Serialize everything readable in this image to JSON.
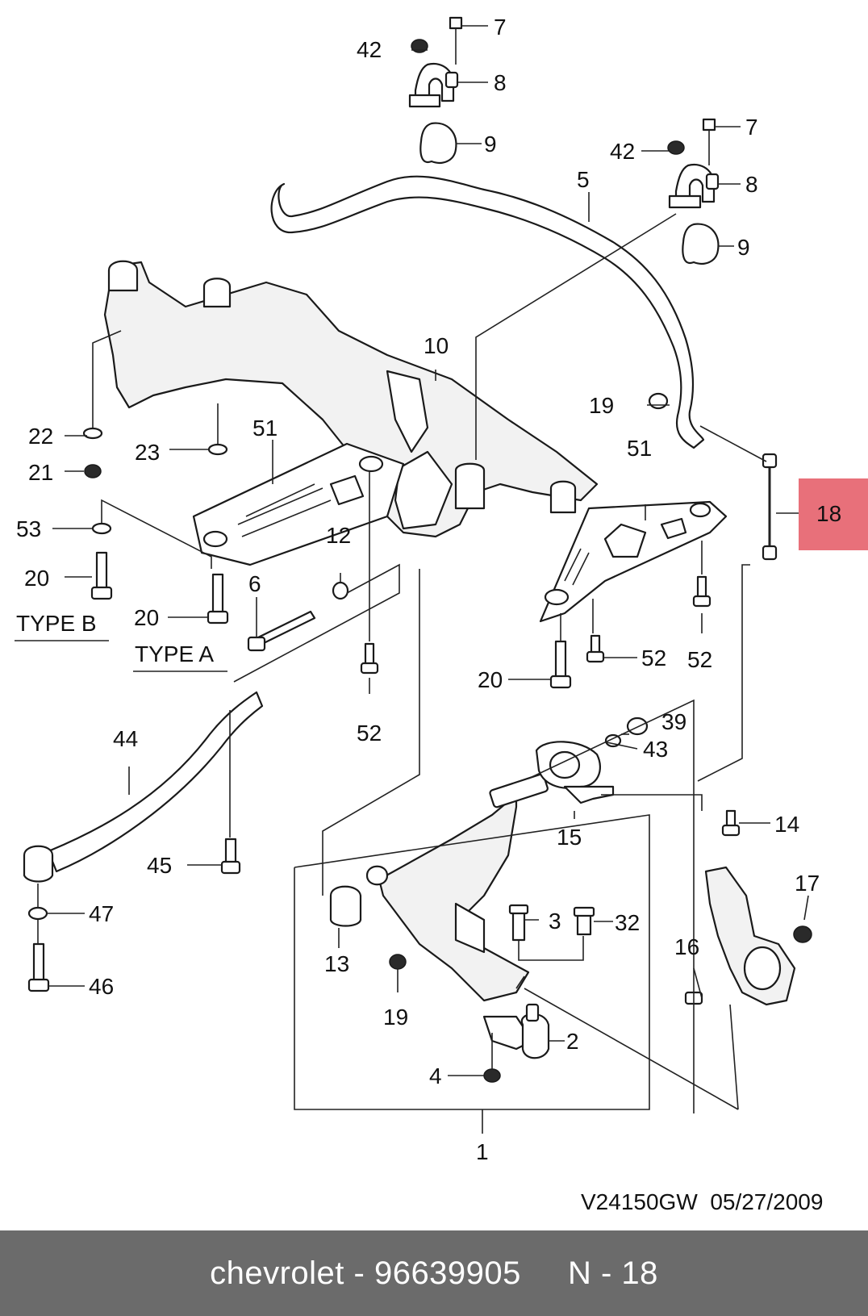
{
  "callouts": {
    "c1": "1",
    "c2": "2",
    "c3": "3",
    "c4": "4",
    "c5": "5",
    "c6": "6",
    "c7a": "7",
    "c7b": "7",
    "c8a": "8",
    "c8b": "8",
    "c9a": "9",
    "c9b": "9",
    "c10": "10",
    "c12": "12",
    "c13": "13",
    "c14": "14",
    "c15": "15",
    "c16": "16",
    "c17": "17",
    "c18": "18",
    "c19a": "19",
    "c19b": "19",
    "c20a": "20",
    "c20b": "20",
    "c20c": "20",
    "c21": "21",
    "c22": "22",
    "c23": "23",
    "c32": "32",
    "c39": "39",
    "c42a": "42",
    "c42b": "42",
    "c43": "43",
    "c44": "44",
    "c45": "45",
    "c46": "46",
    "c47": "47",
    "c51a": "51",
    "c51b": "51",
    "c52a": "52",
    "c52b": "52",
    "c52c": "52",
    "c53": "53"
  },
  "type_labels": {
    "type_b": "TYPE B",
    "type_a": "TYPE A"
  },
  "highlight": {
    "part": "18",
    "color": "#e8707a"
  },
  "stamp": {
    "code": "V24150GW",
    "date": "05/27/2009"
  },
  "footer": {
    "text": "chevrolet - 96639905     N - 18",
    "background": "#6b6b6b"
  }
}
